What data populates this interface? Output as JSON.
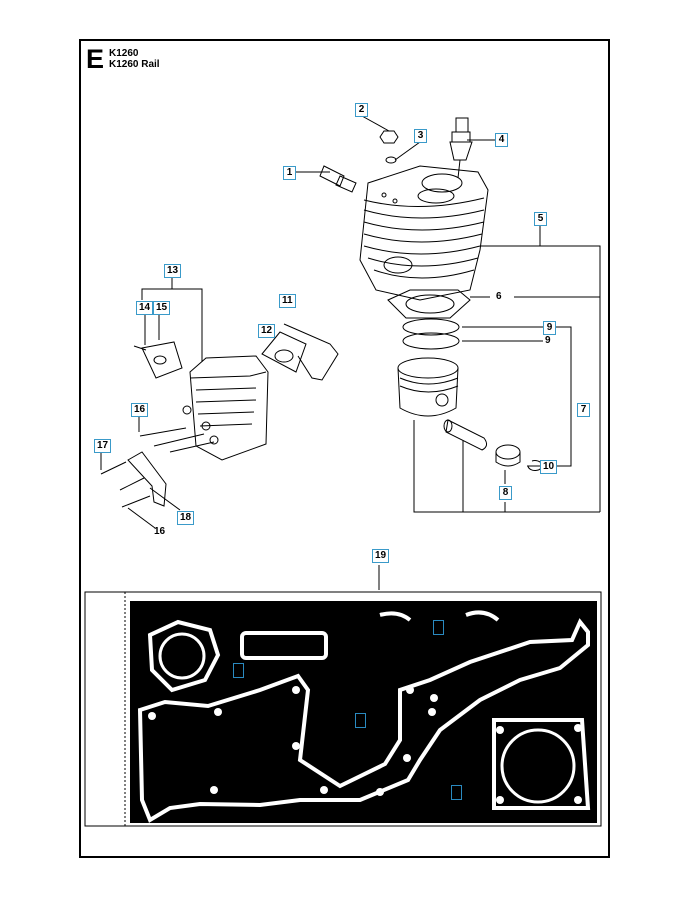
{
  "section_letter": "E",
  "models": [
    "K1260",
    "K1260 Rail"
  ],
  "callouts": {
    "c1": "1",
    "c2": "2",
    "c3": "3",
    "c4": "4",
    "c5": "5",
    "c6": "6",
    "c7": "7",
    "c8": "8",
    "c9a": "9",
    "c9b": "9",
    "c10": "10",
    "c11": "11",
    "c12": "12",
    "c13": "13",
    "c14": "14",
    "c15": "15",
    "c16a": "16",
    "c16b": "16",
    "c17": "17",
    "c18": "18",
    "c19": "19"
  },
  "colors": {
    "line": "#000000",
    "callout_border": "#3a9ac9",
    "gasket_panel": "#000000"
  }
}
